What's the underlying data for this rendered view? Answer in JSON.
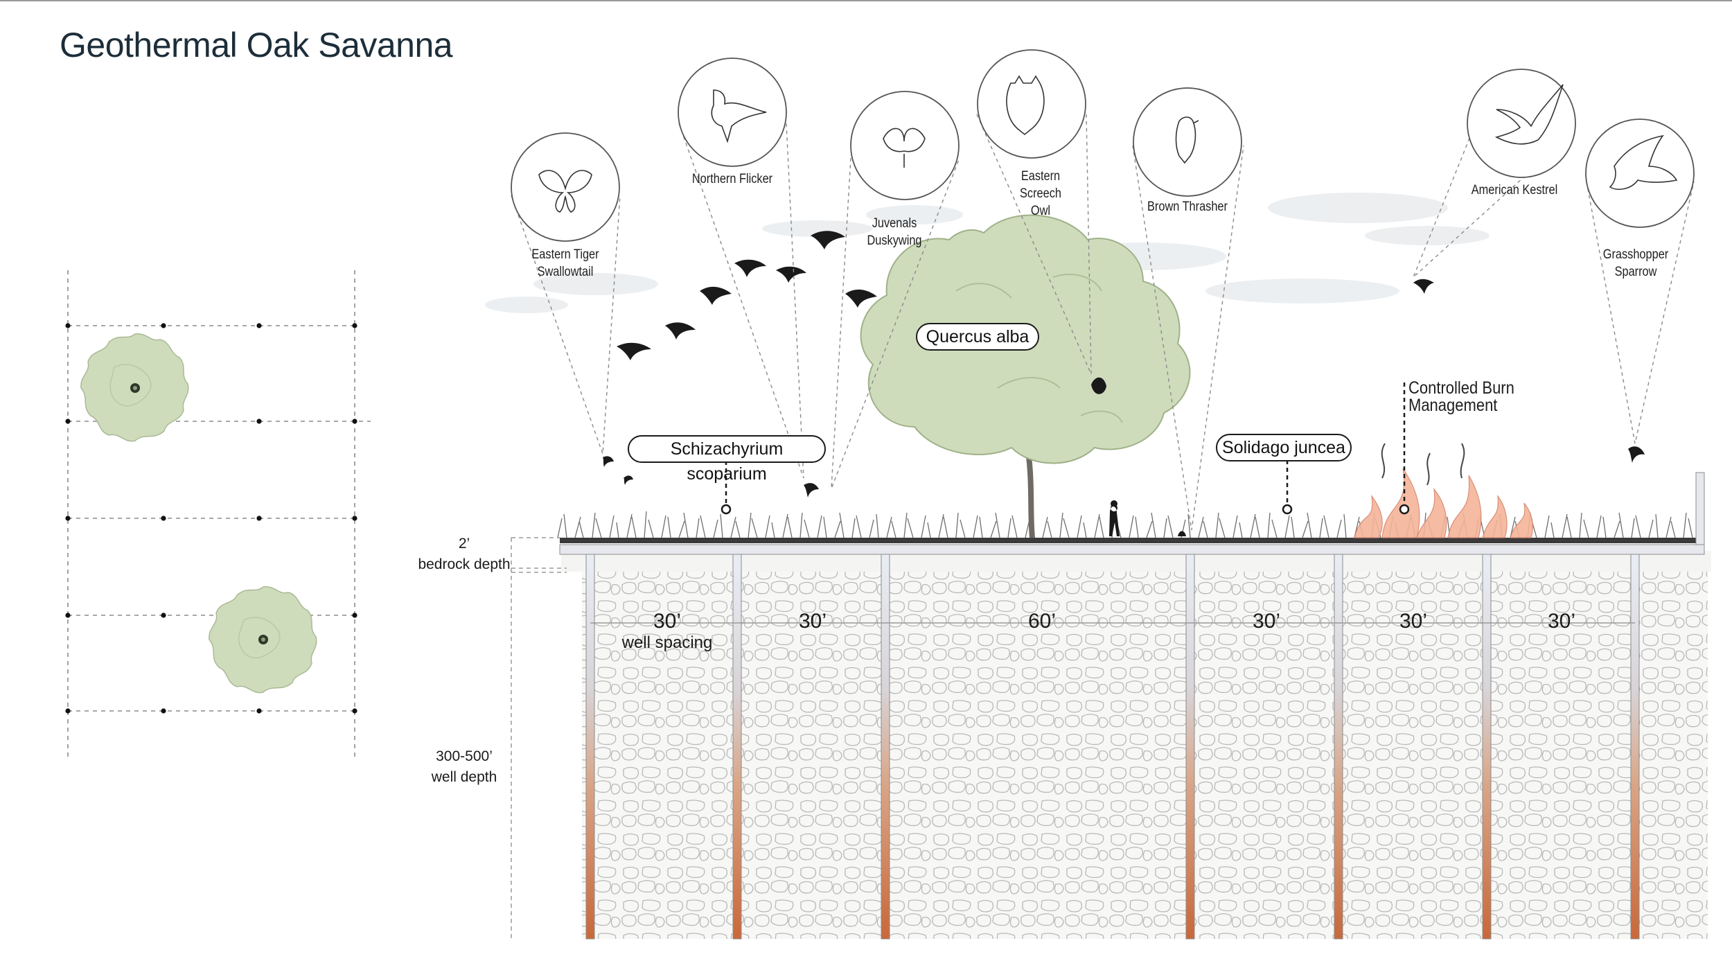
{
  "title": "Geothermal Oak Savanna",
  "species": [
    {
      "name": "Eastern Tiger Swallowtail"
    },
    {
      "name": "Northern Flicker"
    },
    {
      "name": "Juvenals Duskywing"
    },
    {
      "name": "Eastern Screech Owl"
    },
    {
      "name": "Brown Thrasher"
    },
    {
      "name": "American Kestrel"
    },
    {
      "name": "Grasshopper Sparrow"
    }
  ],
  "plants": {
    "grass": "Schizachyrium scoparium",
    "tree": "Quercus alba",
    "forb": "Solidago juncea"
  },
  "management": "Controlled Burn Management",
  "dimensions": {
    "bedrock_value": "2’",
    "bedrock_label": "bedrock depth",
    "well_depth_value": "300-500’",
    "well_depth_label": "well depth",
    "spacing_note": "well spacing",
    "spacings": [
      "30’",
      "30’",
      "60’",
      "30’",
      "30’",
      "30’"
    ]
  },
  "colors": {
    "title": "#1d2e3a",
    "canopy": "#cfdcbc",
    "well_top": "#e9eef5",
    "well_bottom": "#c9683a",
    "fire": "#f4b49a",
    "silhouette": "#1a1a1a"
  }
}
